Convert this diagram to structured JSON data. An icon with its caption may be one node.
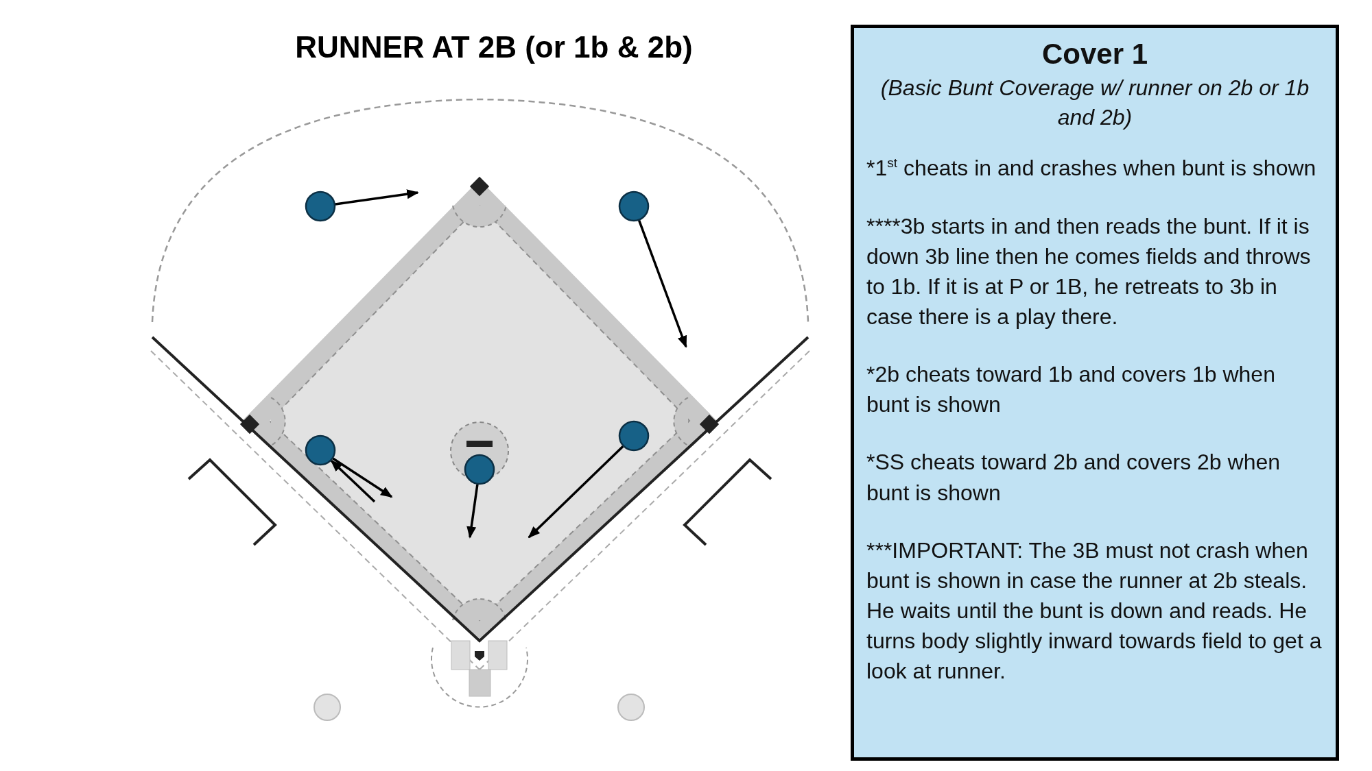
{
  "diagram": {
    "title": "RUNNER AT 2B (or 1b & 2b)",
    "nodes": [
      {
        "text": [],
        "shape": "circle"
      },
      {
        "text": [],
        "shape": "circle"
      },
      {
        "text": [],
        "shape": "circle"
      },
      {
        "text": [],
        "shape": "circle"
      },
      {
        "text": [],
        "shape": "circle"
      },
      {
        "text": [
          "Cover 1",
          "(Basic Bunt Coverage w/ runner on 2b or 1b and 2b)",
          "*1$^{st}$ cheats in and crashes when bunt is shown",
          "****3b starts in and then reads the bunt. If it is down 3b line then he comes fields and throws to 1b.  If it is at P or 1B, he retreats to 3b in case there is a play there.",
          "*2b cheats toward 1b and covers 1b when bunt is shown",
          "*SS cheats toward 2b and covers 2b when bunt is shown",
          "***IMPORTANT:   The 3B must not crash when bunt is shown in case the runner at 2b steals.  He waits until the bunt is down and reads.  He turns body slightly inward towards field to get a look at runner."
        ]
      }
    ],
    "edges": [
      {
        "from": 0,
        "to": null,
        "arrow": "to"
      },
      {
        "from": 1,
        "to": null,
        "arrow": "to"
      },
      {
        "from": null,
        "to": 2,
        "arrow": "to"
      },
      {
        "from": 2,
        "to": null,
        "arrow": "to"
      },
      {
        "from": 3,
        "to": null,
        "arrow": "to"
      },
      {
        "from": 4,
        "to": null,
        "arrow": "to"
      }
    ]
  }
}
